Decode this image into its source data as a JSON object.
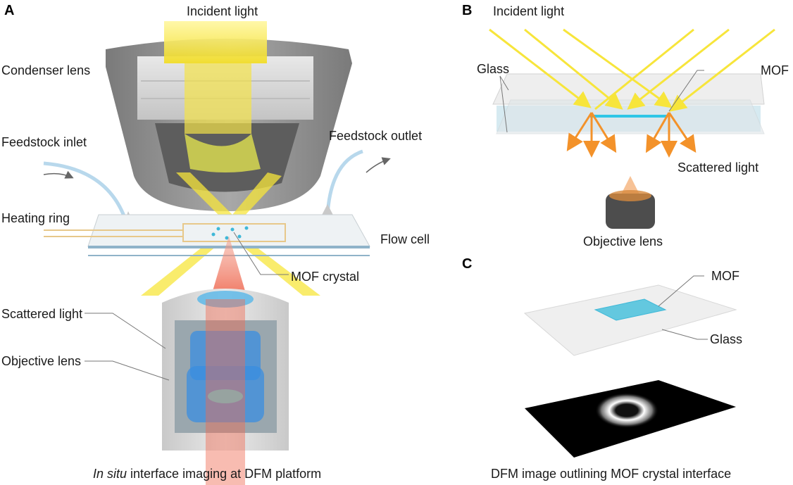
{
  "panels": {
    "a": {
      "letter": "A",
      "labels": {
        "incident_light": "Incident light",
        "condenser_lens": "Condenser lens",
        "feedstock_inlet": "Feedstock inlet",
        "feedstock_outlet": "Feedstock outlet",
        "heating_ring": "Heating ring",
        "flow_cell": "Flow cell",
        "mof_crystal": "MOF crystal",
        "scattered_light": "Scattered light",
        "objective_lens": "Objective lens"
      },
      "caption_italic": "In situ",
      "caption_rest": " interface imaging at DFM platform"
    },
    "b": {
      "letter": "B",
      "labels": {
        "incident_light": "Incident light",
        "glass": "Glass",
        "mof": "MOF",
        "scattered_light": "Scattered light",
        "objective_lens": "Objective lens"
      }
    },
    "c": {
      "letter": "C",
      "labels": {
        "mof": "MOF",
        "glass": "Glass"
      },
      "caption": "DFM image outlining MOF crystal interface"
    }
  },
  "colors": {
    "incident_yellow": "#f7e53b",
    "scattered_orange": "#f3922a",
    "scattered_red": "#f08070",
    "mof_blue": "#3fb8d8",
    "housing_gray": "#8a8a8a",
    "lens_blue": "#3aa0e0",
    "glass_gray": "#e6e6e6"
  }
}
